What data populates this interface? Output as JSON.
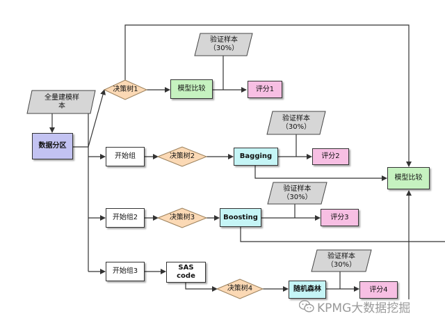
{
  "nodes": {
    "full_sample": "全量建模样\n本",
    "data_partition": "数据分区",
    "decision_tree_1": "决策树1",
    "model_compare_top": "模型比较",
    "validation_1": "验证样本\n（30%）",
    "score_1": "评分1",
    "start_group": "开始组",
    "decision_tree_2": "决策树2",
    "bagging": "Bagging",
    "validation_2": "验证样本\n（30%）",
    "score_2": "评分2",
    "model_compare_right": "模型比较",
    "start_group_2": "开始组2",
    "decision_tree_3": "决策树3",
    "boosting": "Boosting",
    "validation_3": "验证样本\n（30%）",
    "score_3": "评分3",
    "start_group_3": "开始组3",
    "sas_code": "SAS\ncode",
    "decision_tree_4": "决策树4",
    "random_forest": "随机森林",
    "validation_4": "验证样本\n（30%）",
    "score_4": "评分4"
  },
  "watermark": {
    "text": "KPMG大数据挖掘",
    "icon": "wechat-icon"
  },
  "colors": {
    "diamond": "#fbd9b5",
    "parallelogram": "#d6d6d6",
    "green": "#c6f2c0",
    "purple": "#c3c3f2",
    "cyan": "#c5f5f6",
    "pink": "#f7bfe3",
    "line": "#333333"
  }
}
